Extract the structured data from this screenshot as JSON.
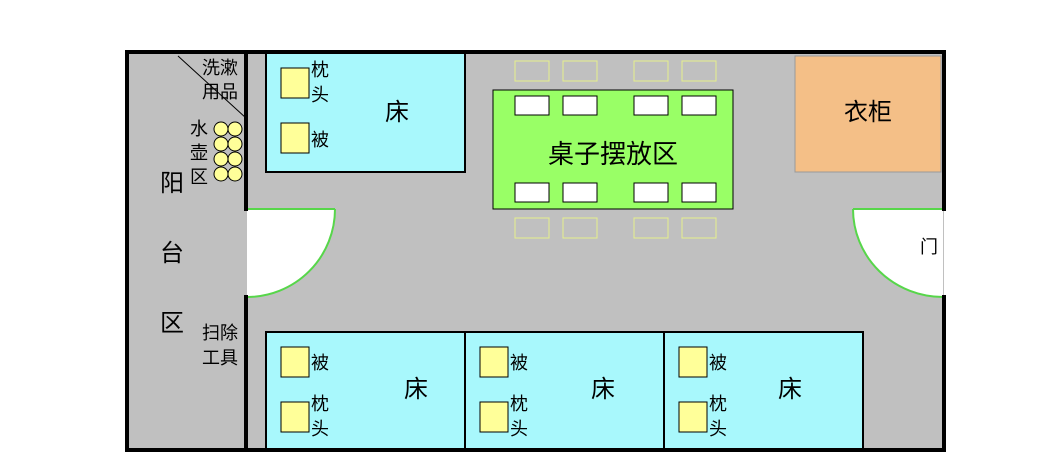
{
  "colors": {
    "floor": "#c0c0c0",
    "wall": "#000000",
    "bed": "#a8f8fc",
    "pillow": "#ffff99",
    "table_area": "#99ff66",
    "seat_fill": "#ffffff",
    "seat_outline": "#e6f08c",
    "wardrobe": "#f4bf87",
    "door_leaf": "#ffffff",
    "door_arc": "#57d64a",
    "kettle": "#ffff99"
  },
  "balcony": {
    "label": [
      "阳",
      "台",
      "区"
    ],
    "toiletries": [
      "洗漱",
      "用品"
    ],
    "kettle_area": [
      "水",
      "壶",
      "区"
    ],
    "cleaning_tools": [
      "扫除",
      "工具"
    ],
    "kettle_count": 8
  },
  "room": {
    "top_bed": {
      "label": "床",
      "pillow": [
        "枕",
        "头"
      ],
      "quilt": "被"
    },
    "bottom_beds": [
      {
        "label": "床",
        "quilt": "被",
        "pillow": [
          "枕",
          "头"
        ]
      },
      {
        "label": "床",
        "quilt": "被",
        "pillow": [
          "枕",
          "头"
        ]
      },
      {
        "label": "床",
        "quilt": "被",
        "pillow": [
          "枕",
          "头"
        ]
      }
    ],
    "table_area": {
      "label": "桌子摆放区",
      "desks_per_row": 4
    },
    "wardrobe": {
      "label": "衣柜"
    },
    "door": {
      "label": "门"
    }
  }
}
